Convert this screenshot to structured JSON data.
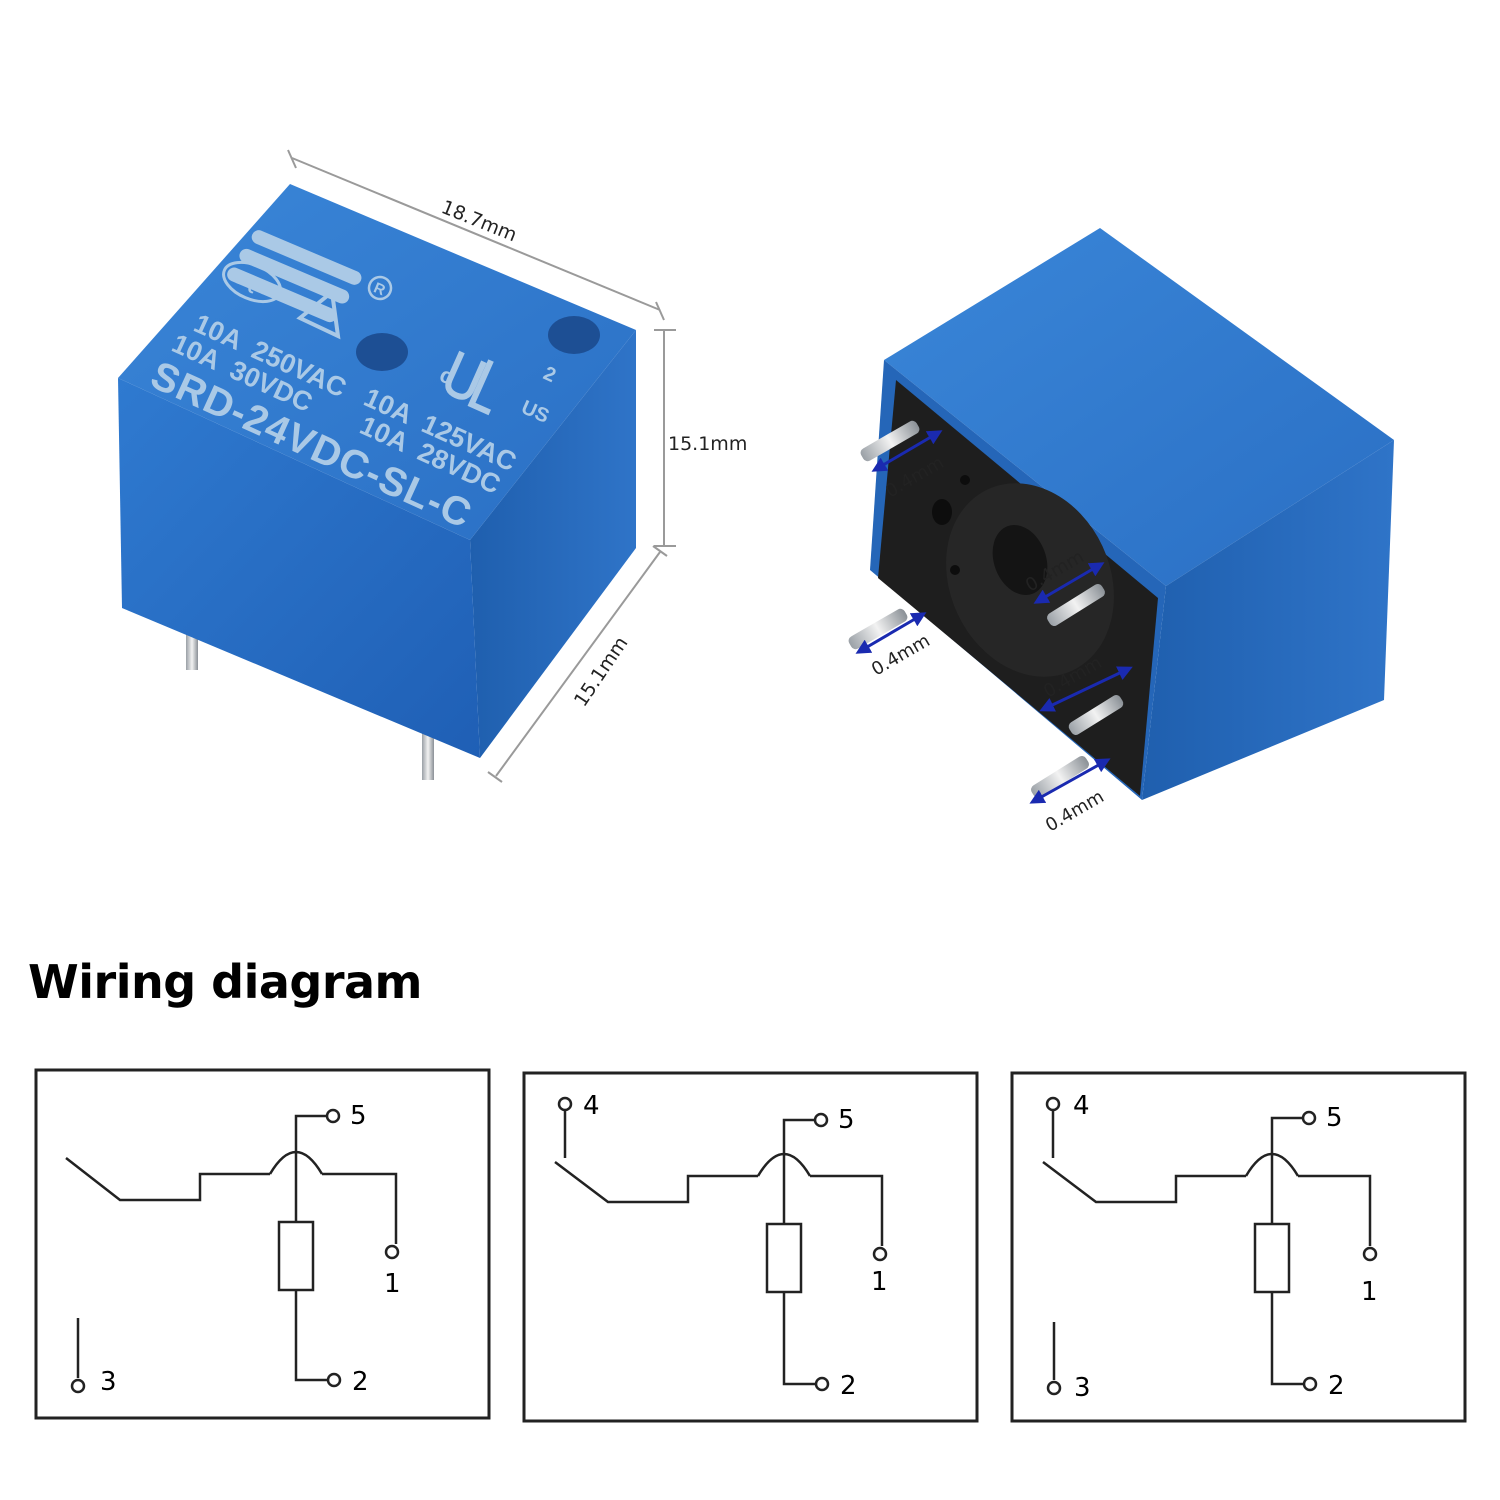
{
  "dimensions": {
    "length": "18.7mm",
    "height": "15.1mm",
    "width": "15.1mm",
    "pin_labels": [
      "0.4mm",
      "0.4mm",
      "0.4mm",
      "0.4mm",
      "0.4mm"
    ]
  },
  "relay_marking": {
    "cert_mark": "CQC",
    "registered": "R",
    "rating_line_1": "10A  250VAC",
    "rating_line_2": "10A  30VDC",
    "rating_line_3": "10A  125VAC",
    "rating_line_4": "10A  28VDC",
    "model": "SRD-24VDC-SL-C",
    "ul_c": "c",
    "ul_us": "US",
    "ul_2": "2"
  },
  "wiring": {
    "title": "Wiring diagram",
    "diagram_1": {
      "pins": [
        "5",
        "1",
        "2",
        "3"
      ]
    },
    "diagram_2": {
      "pins": [
        "4",
        "5",
        "1",
        "2"
      ]
    },
    "diagram_3": {
      "pins": [
        "4",
        "5",
        "1",
        "3",
        "2"
      ]
    }
  },
  "colors": {
    "relay_blue": "#2b6fc4",
    "relay_dark": "#1f5aa8",
    "relay_base": "#1e1e1e",
    "dimension_line": "#9a9a9a",
    "arrow": "#1a2ab0"
  }
}
